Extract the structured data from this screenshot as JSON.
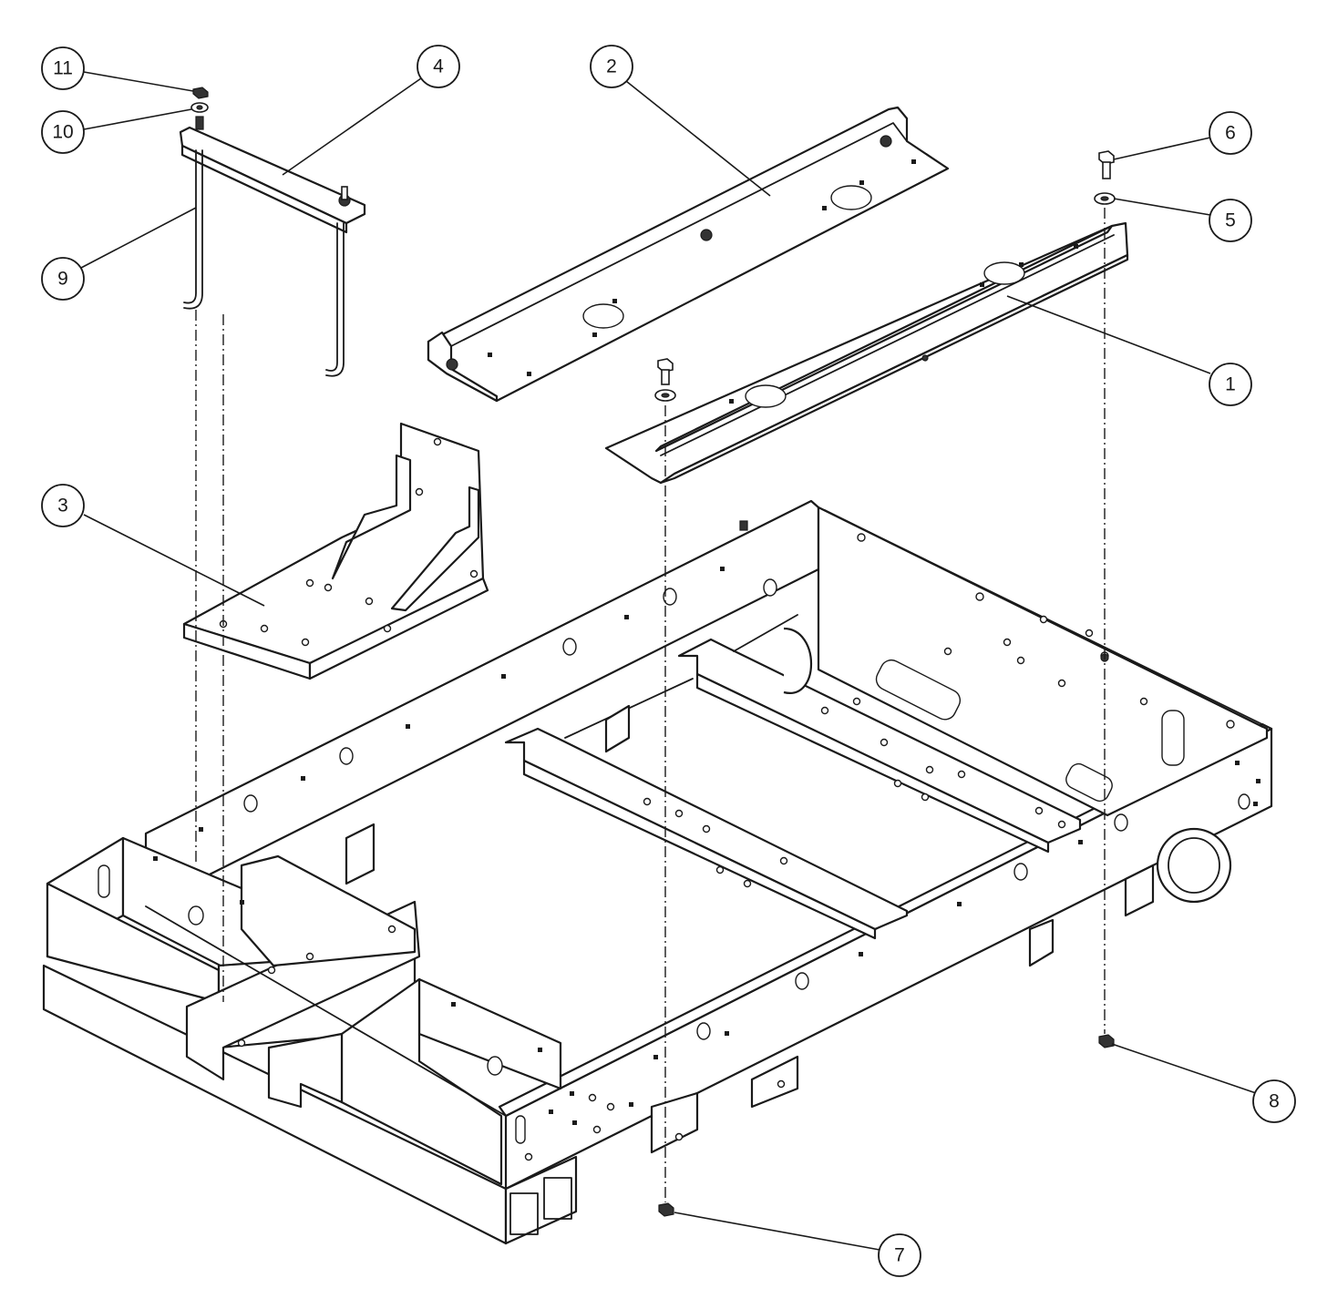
{
  "callouts": [
    {
      "id": "11",
      "label": "11"
    },
    {
      "id": "10",
      "label": "10"
    },
    {
      "id": "9",
      "label": "9"
    },
    {
      "id": "4",
      "label": "4"
    },
    {
      "id": "2",
      "label": "2"
    },
    {
      "id": "6",
      "label": "6"
    },
    {
      "id": "5",
      "label": "5"
    },
    {
      "id": "1",
      "label": "1"
    },
    {
      "id": "3",
      "label": "3"
    },
    {
      "id": "8",
      "label": "8"
    },
    {
      "id": "7",
      "label": "7"
    }
  ]
}
